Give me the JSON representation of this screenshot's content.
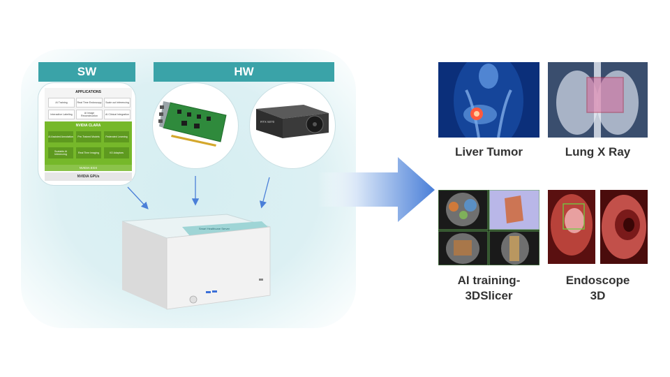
{
  "sw_label": "SW",
  "hw_label": "HW",
  "stack": {
    "apps_title": "APPLICATIONS",
    "apps": [
      "AI Training",
      "Real Time Endoscopy",
      "Scale out Inferencing",
      "Interactive Labeling",
      "AI Image Reconstruction",
      "AI Clinical Integration"
    ],
    "clara_title": "NVIDIA CLARA",
    "clara_items": [
      "AI Assisted Annotation",
      "Pre-Trained Models",
      "Federated Learning",
      "Scalable AI Inferencing",
      "Real Time Imaging",
      "I/O Adaptors"
    ],
    "egx": "NVIDIA EGX",
    "gpus": "NVIDIA GPUs"
  },
  "gpu_card_text": "RTX 5070",
  "device_text": "Smart Healthcare Server",
  "results": {
    "liver": "Liver Tumor",
    "lung": "Lung X Ray",
    "ai_line1": "AI training-",
    "ai_line2": "3DSlicer",
    "endo_line1": "Endoscope",
    "endo_line2": "3D"
  },
  "colors": {
    "header": "#3aa3a8",
    "glow": "#d5eef2",
    "arrow": "#4a7fd8",
    "clara": "#76b82a"
  }
}
